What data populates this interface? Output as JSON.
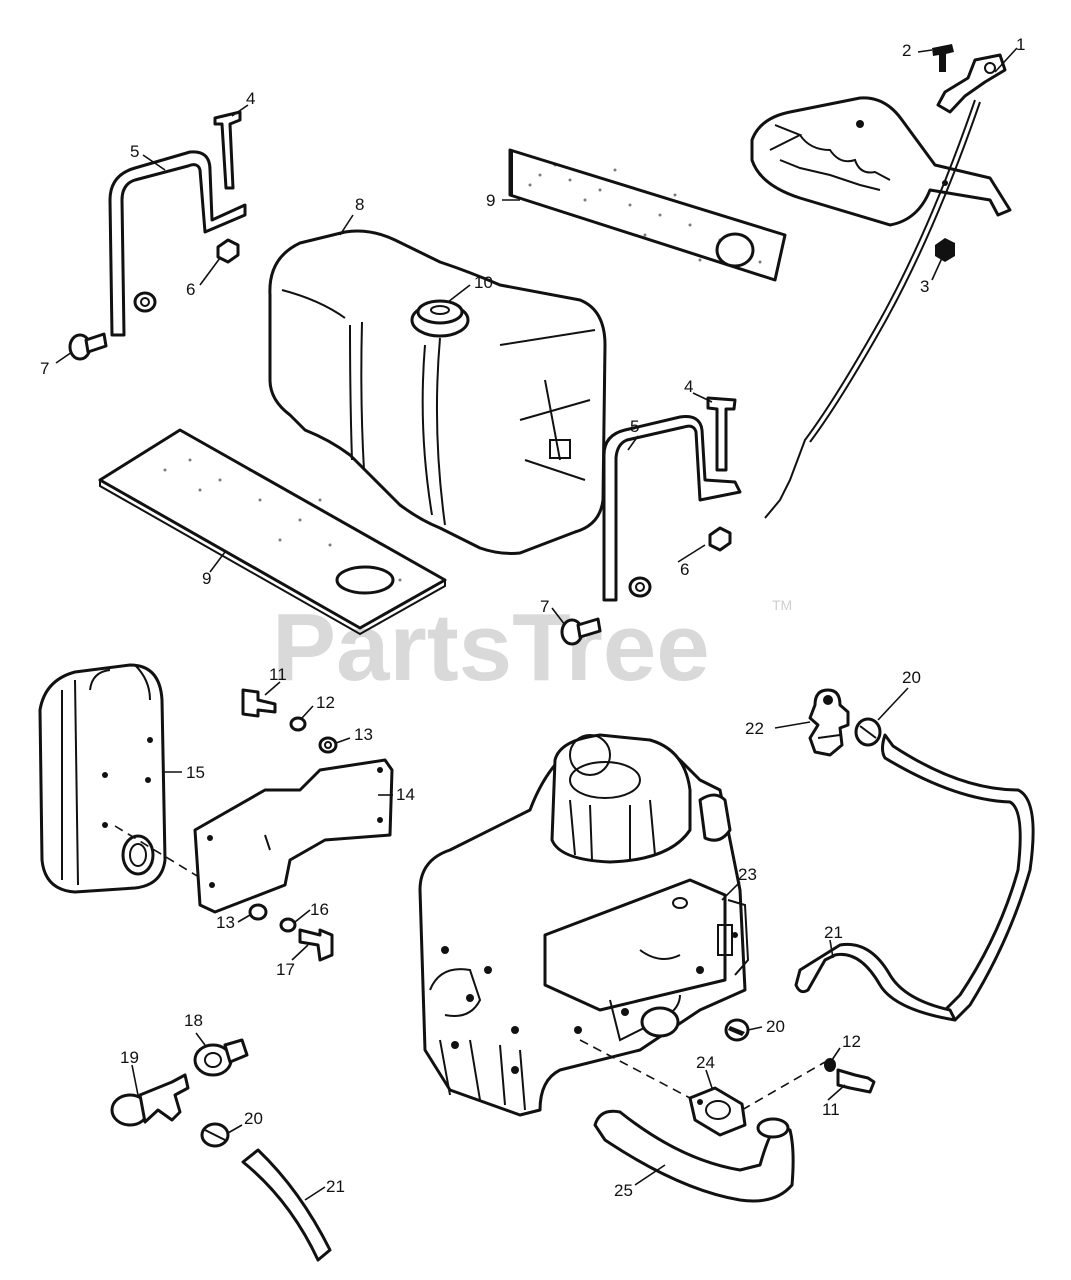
{
  "watermark": {
    "text": "PartsTree",
    "trademark": "TM"
  },
  "callouts": {
    "c1": "1",
    "c2": "2",
    "c3": "3",
    "c4a": "4",
    "c4b": "4",
    "c5a": "5",
    "c5b": "5",
    "c6a": "6",
    "c6b": "6",
    "c7a": "7",
    "c7b": "7",
    "c8": "8",
    "c9a": "9",
    "c9b": "9",
    "c10": "10",
    "c11a": "11",
    "c11b": "11",
    "c12a": "12",
    "c12b": "12",
    "c13a": "13",
    "c13b": "13",
    "c14": "14",
    "c15": "15",
    "c16": "16",
    "c17": "17",
    "c18": "18",
    "c19": "19",
    "c20a": "20",
    "c20b": "20",
    "c20c": "20",
    "c21a": "21",
    "c21b": "21",
    "c22": "22",
    "c23": "23",
    "c24": "24",
    "c25": "25"
  }
}
